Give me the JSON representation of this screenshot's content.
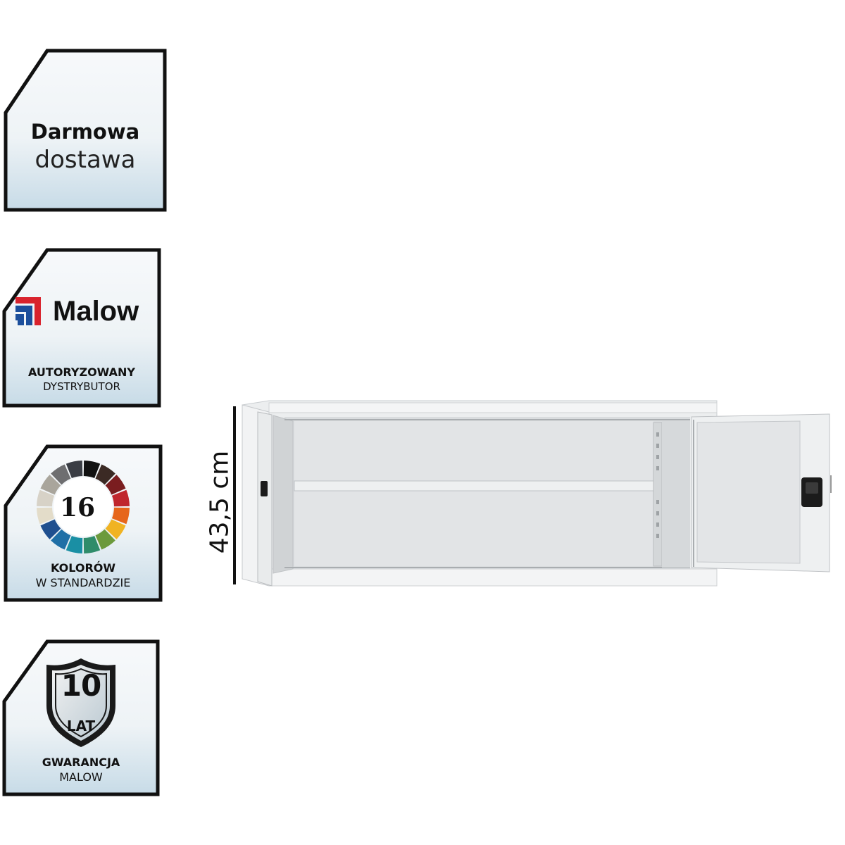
{
  "badges": {
    "delivery": {
      "line1": "Darmowa",
      "line2": "dostawa"
    },
    "distributor": {
      "brand": "Malow",
      "line1": "AUTORYZOWANY",
      "line2": "DYSTRYBUTOR"
    },
    "colors": {
      "count": "16",
      "line1": "KOLORÓW",
      "line2": "W STANDARDZIE"
    },
    "warranty": {
      "years": "10",
      "unit": "LAT",
      "line1": "GWARANCJA",
      "line2": "MALOW"
    }
  },
  "product": {
    "height_label": "43,5 cm"
  },
  "colors": {
    "badge_border": "#111111",
    "badge_fill_top": "#f5f8fa",
    "badge_fill_bottom": "#cfe0ea",
    "logo_red": "#d9232d",
    "logo_blue": "#1c4f9c"
  }
}
